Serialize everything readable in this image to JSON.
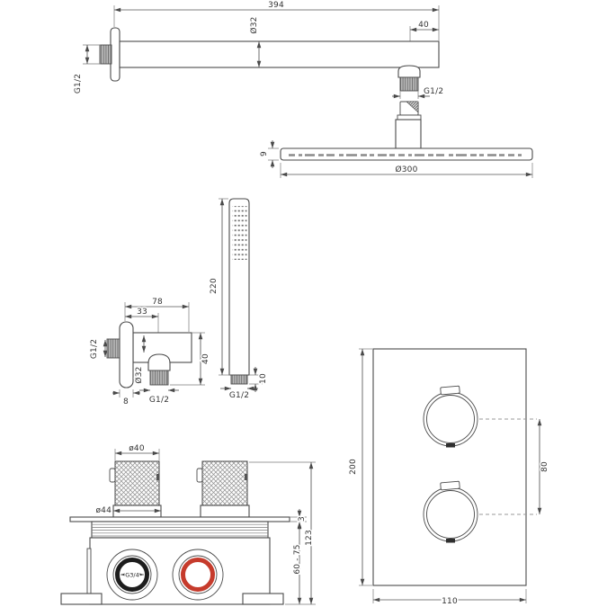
{
  "colors": {
    "line": "#4a4a4a",
    "dim": "#555555",
    "hot_port_ring": "#c63b2c",
    "cold_port_ring": "#1d1d1d"
  },
  "shower_arm": {
    "length": "394",
    "tube_diameter": "Ø32",
    "end_offset": "40",
    "wall_thread": "G1/2",
    "head_thread": "G1/2"
  },
  "shower_head": {
    "thickness": "9",
    "diameter": "Ø300"
  },
  "hand_shower": {
    "length": "220",
    "outlet_height": "10",
    "thread": "G1/2"
  },
  "wall_outlet": {
    "depth": "78",
    "outlet_offset": "33",
    "wall_thread": "G1/2",
    "escutcheon_diameter": "Ø32",
    "escutcheon_depth": "8",
    "outlet_thread": "G1/2",
    "height": "40"
  },
  "valve": {
    "handle_diameter": "ø40",
    "handle_base_diameter": "ø44",
    "plate_thickness": "3",
    "inlet_thread": "G3/4",
    "install_depth": "60 - 75",
    "total_height": "123"
  },
  "trim_plate": {
    "height": "200",
    "width": "110",
    "handle_spacing": "80"
  }
}
